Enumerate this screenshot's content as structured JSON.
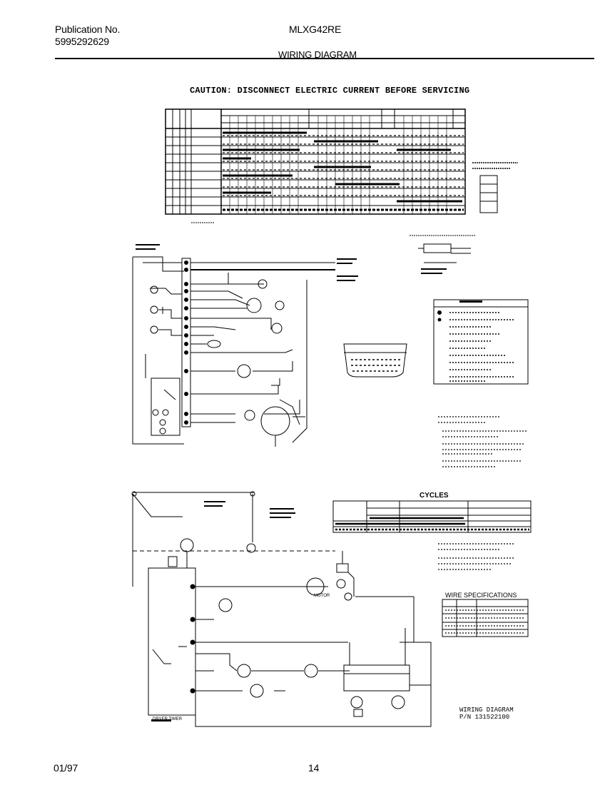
{
  "header": {
    "publication_label": "Publication No.",
    "publication_number": "5995292629",
    "model": "MLXG42RE",
    "section_title": "WIRING DIAGRAM"
  },
  "caution": "CAUTION: DISCONNECT ELECTRIC CURRENT BEFORE SERVICING",
  "cycles_title": "CYCLES",
  "wire_spec_title": "WIRE SPECIFICATIONS",
  "diagram_caption": {
    "line1": "WIRING DIAGRAM",
    "line2": "P/N 131522100"
  },
  "component_labels": {
    "motor": "MOTOR",
    "dryer_timer": "DRYER TIMER"
  },
  "footer": {
    "date": "01/97",
    "page": "14"
  },
  "colors": {
    "ink": "#000000",
    "paper": "#ffffff"
  }
}
